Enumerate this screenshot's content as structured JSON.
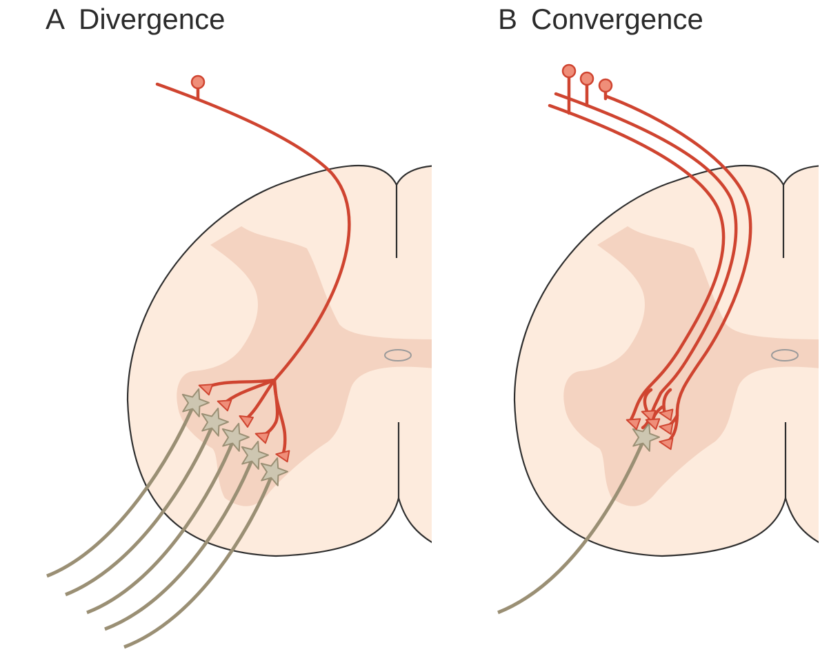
{
  "panels": [
    {
      "letter": "A",
      "title": "Divergence"
    },
    {
      "letter": "B",
      "title": "Convergence"
    }
  ],
  "colors": {
    "cord_fill": "#fdebdd",
    "grey_matter": "#f4d3c1",
    "outline": "#2e2e2e",
    "axon": "#cf4430",
    "terminal": "#ef8e79",
    "neuron": "#cdc6b1",
    "neuron_stroke": "#9a8f74",
    "central_canal": "#9a9a9a"
  }
}
